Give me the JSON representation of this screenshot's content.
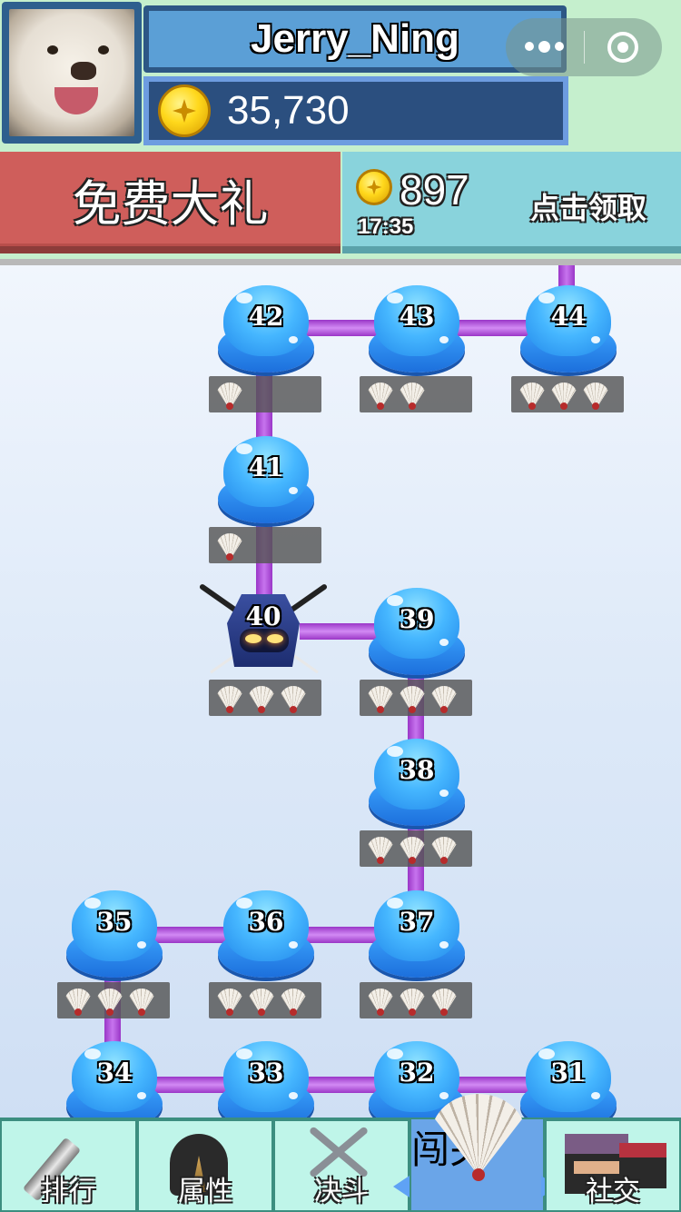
{
  "player": {
    "name": "Jerry_Ning",
    "coins": "35,730"
  },
  "gift": {
    "free_gift_label": "免费大礼",
    "reward_amount": "897",
    "reward_timer": "17:35",
    "claim_label": "点击领取"
  },
  "levels": [
    {
      "num": "42",
      "stars": 1
    },
    {
      "num": "43",
      "stars": 2
    },
    {
      "num": "44",
      "stars": 3
    },
    {
      "num": "41",
      "stars": 1
    },
    {
      "num": "40",
      "stars": 3,
      "boss": true
    },
    {
      "num": "39",
      "stars": 3
    },
    {
      "num": "38",
      "stars": 3
    },
    {
      "num": "37",
      "stars": 3
    },
    {
      "num": "36",
      "stars": 3
    },
    {
      "num": "35",
      "stars": 3
    },
    {
      "num": "34"
    },
    {
      "num": "33"
    },
    {
      "num": "32"
    },
    {
      "num": "31"
    }
  ],
  "nav": {
    "ranking": "排行",
    "attributes": "属性",
    "duel": "决斗",
    "levels": "闯关",
    "social": "社交"
  },
  "colors": {
    "path": "#b050e0",
    "node": "#2a8ef0",
    "free_gift": "#cf5e5b",
    "reward_panel": "#89d3dc",
    "nav_active": "#6aa5e8"
  },
  "icons": [
    "coin-icon",
    "fan-star-icon",
    "scroll-icon",
    "helmet-icon",
    "crossed-kunai-icon",
    "fan-icon",
    "ninja-icon",
    "more-dots-icon",
    "close-target-icon"
  ]
}
